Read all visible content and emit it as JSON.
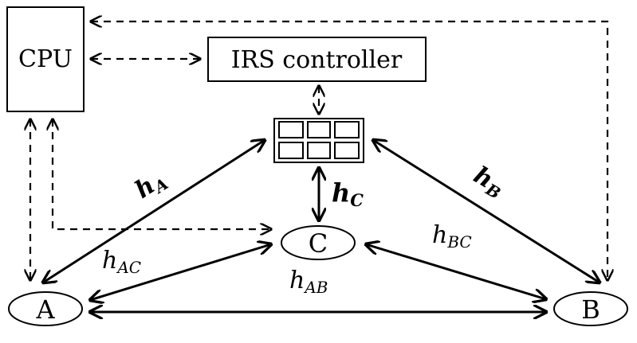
{
  "nodes": {
    "cpu": "CPU",
    "irs_controller": "IRS controller",
    "a": "A",
    "b": "B",
    "c": "C"
  },
  "channels": {
    "h_a": {
      "base": "h",
      "sub": "A"
    },
    "h_b": {
      "base": "h",
      "sub": "B"
    },
    "h_c": {
      "base": "h",
      "sub": "C"
    },
    "h_ac": {
      "base": "h",
      "sub": "AC"
    },
    "h_bc": {
      "base": "h",
      "sub": "BC"
    },
    "h_ab": {
      "base": "h",
      "sub": "AB"
    }
  }
}
